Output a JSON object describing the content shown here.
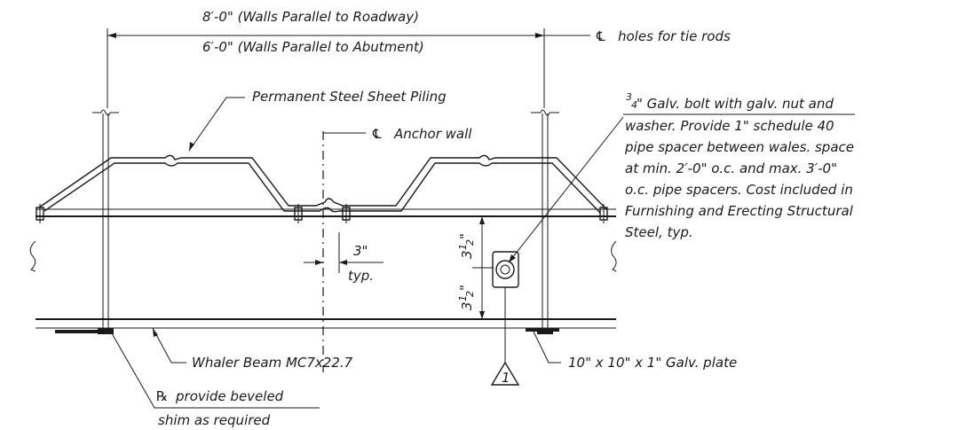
{
  "dimensions": {
    "top_line1": "8′-0\" (Walls Parallel to Roadway)",
    "top_line2": "6′-0\" (Walls Parallel to Abutment)",
    "tie_rods": "holes for tie rods",
    "spacing": "3\"",
    "spacing_note": "typ.",
    "upper_half_whole": "3",
    "upper_half_num": "1",
    "upper_half_den": "2",
    "upper_half_inch": "\"",
    "lower_half_whole": "3",
    "lower_half_num": "1",
    "lower_half_den": "2",
    "lower_half_inch": "\""
  },
  "labels": {
    "sheet_piling": "Permanent Steel Sheet Piling",
    "anchor_wall": "Anchor wall",
    "whaler_beam": "Whaler Beam MC7x22.7",
    "plate_shim_line1": "provide beveled",
    "plate_shim_line2": "shim as required",
    "galv_plate": "10\" x 10\" x 1\" Galv. plate",
    "detail_number": "1",
    "centerline_symbol": "℄",
    "plate_symbol": "℞"
  },
  "bolt_note": {
    "num": "3",
    "den": "4",
    "lines": [
      "\" Galv. bolt with galv. nut and",
      "washer. Provide 1\" schedule 40",
      "pipe spacer between wales. space",
      "at min. 2′-0\" o.c. and max. 3′-0\"",
      "o.c. pipe spacers.  Cost included in",
      "Furnishing and Erecting Structural",
      "Steel, typ."
    ]
  }
}
